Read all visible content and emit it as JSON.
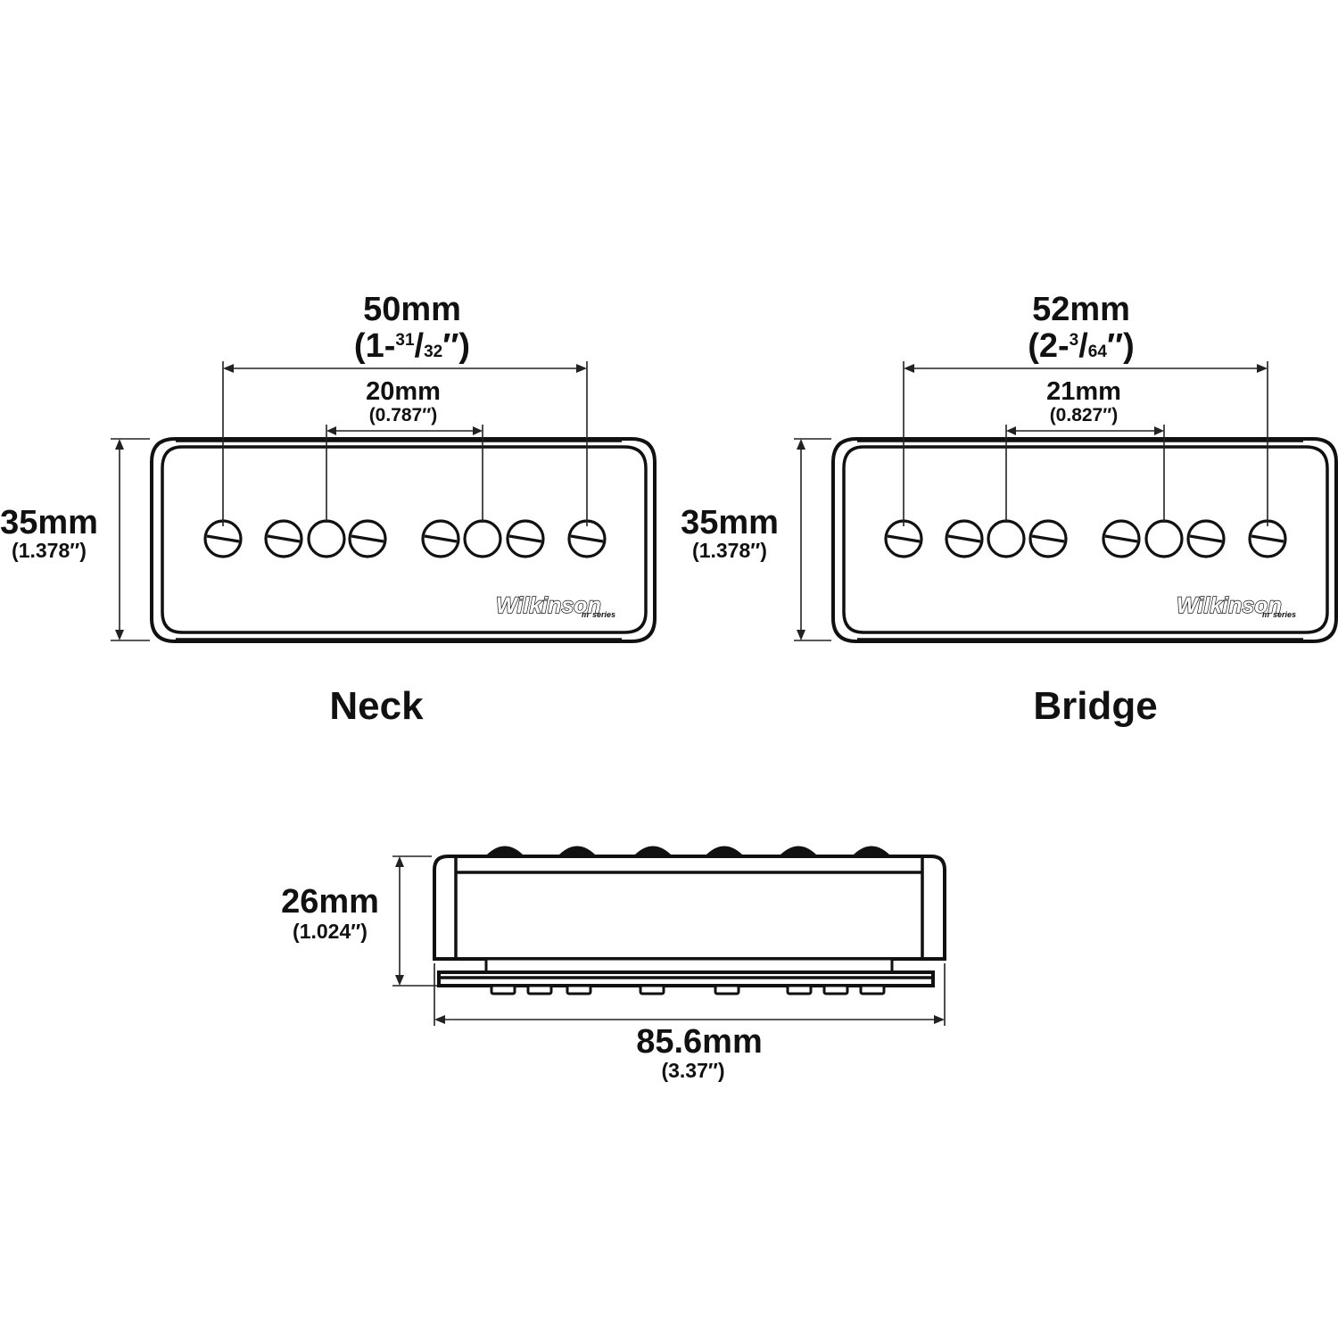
{
  "pickups": [
    {
      "id": "neck",
      "name": "Neck",
      "outer_spacing_mm": "50mm",
      "outer_spacing_in_whole": "(1-",
      "outer_spacing_in_num": "31",
      "outer_spacing_in_den": "32",
      "outer_spacing_in_close": "″)",
      "inner_spacing_mm": "20mm",
      "inner_spacing_in": "(0.787″)",
      "height_mm": "35mm",
      "height_in": "(1.378″)",
      "logo_text": "Wilkinson",
      "logo_sub": "series",
      "logo_m": "m"
    },
    {
      "id": "bridge",
      "name": "Bridge",
      "outer_spacing_mm": "52mm",
      "outer_spacing_in_whole": "(2-",
      "outer_spacing_in_num": "3",
      "outer_spacing_in_den": "64",
      "outer_spacing_in_close": "″)",
      "inner_spacing_mm": "21mm",
      "inner_spacing_in": "(0.827″)",
      "height_mm": "35mm",
      "height_in": "(1.378″)",
      "logo_text": "Wilkinson",
      "logo_sub": "series",
      "logo_m": "m"
    }
  ],
  "side_view": {
    "height_mm": "26mm",
    "height_in": "(1.024″)",
    "length_mm": "85.6mm",
    "length_in": "(3.37″)"
  },
  "pole_pieces": [
    "slotted",
    "slotted",
    "round",
    "slotted",
    "slotted",
    "round",
    "slotted",
    "slotted"
  ]
}
